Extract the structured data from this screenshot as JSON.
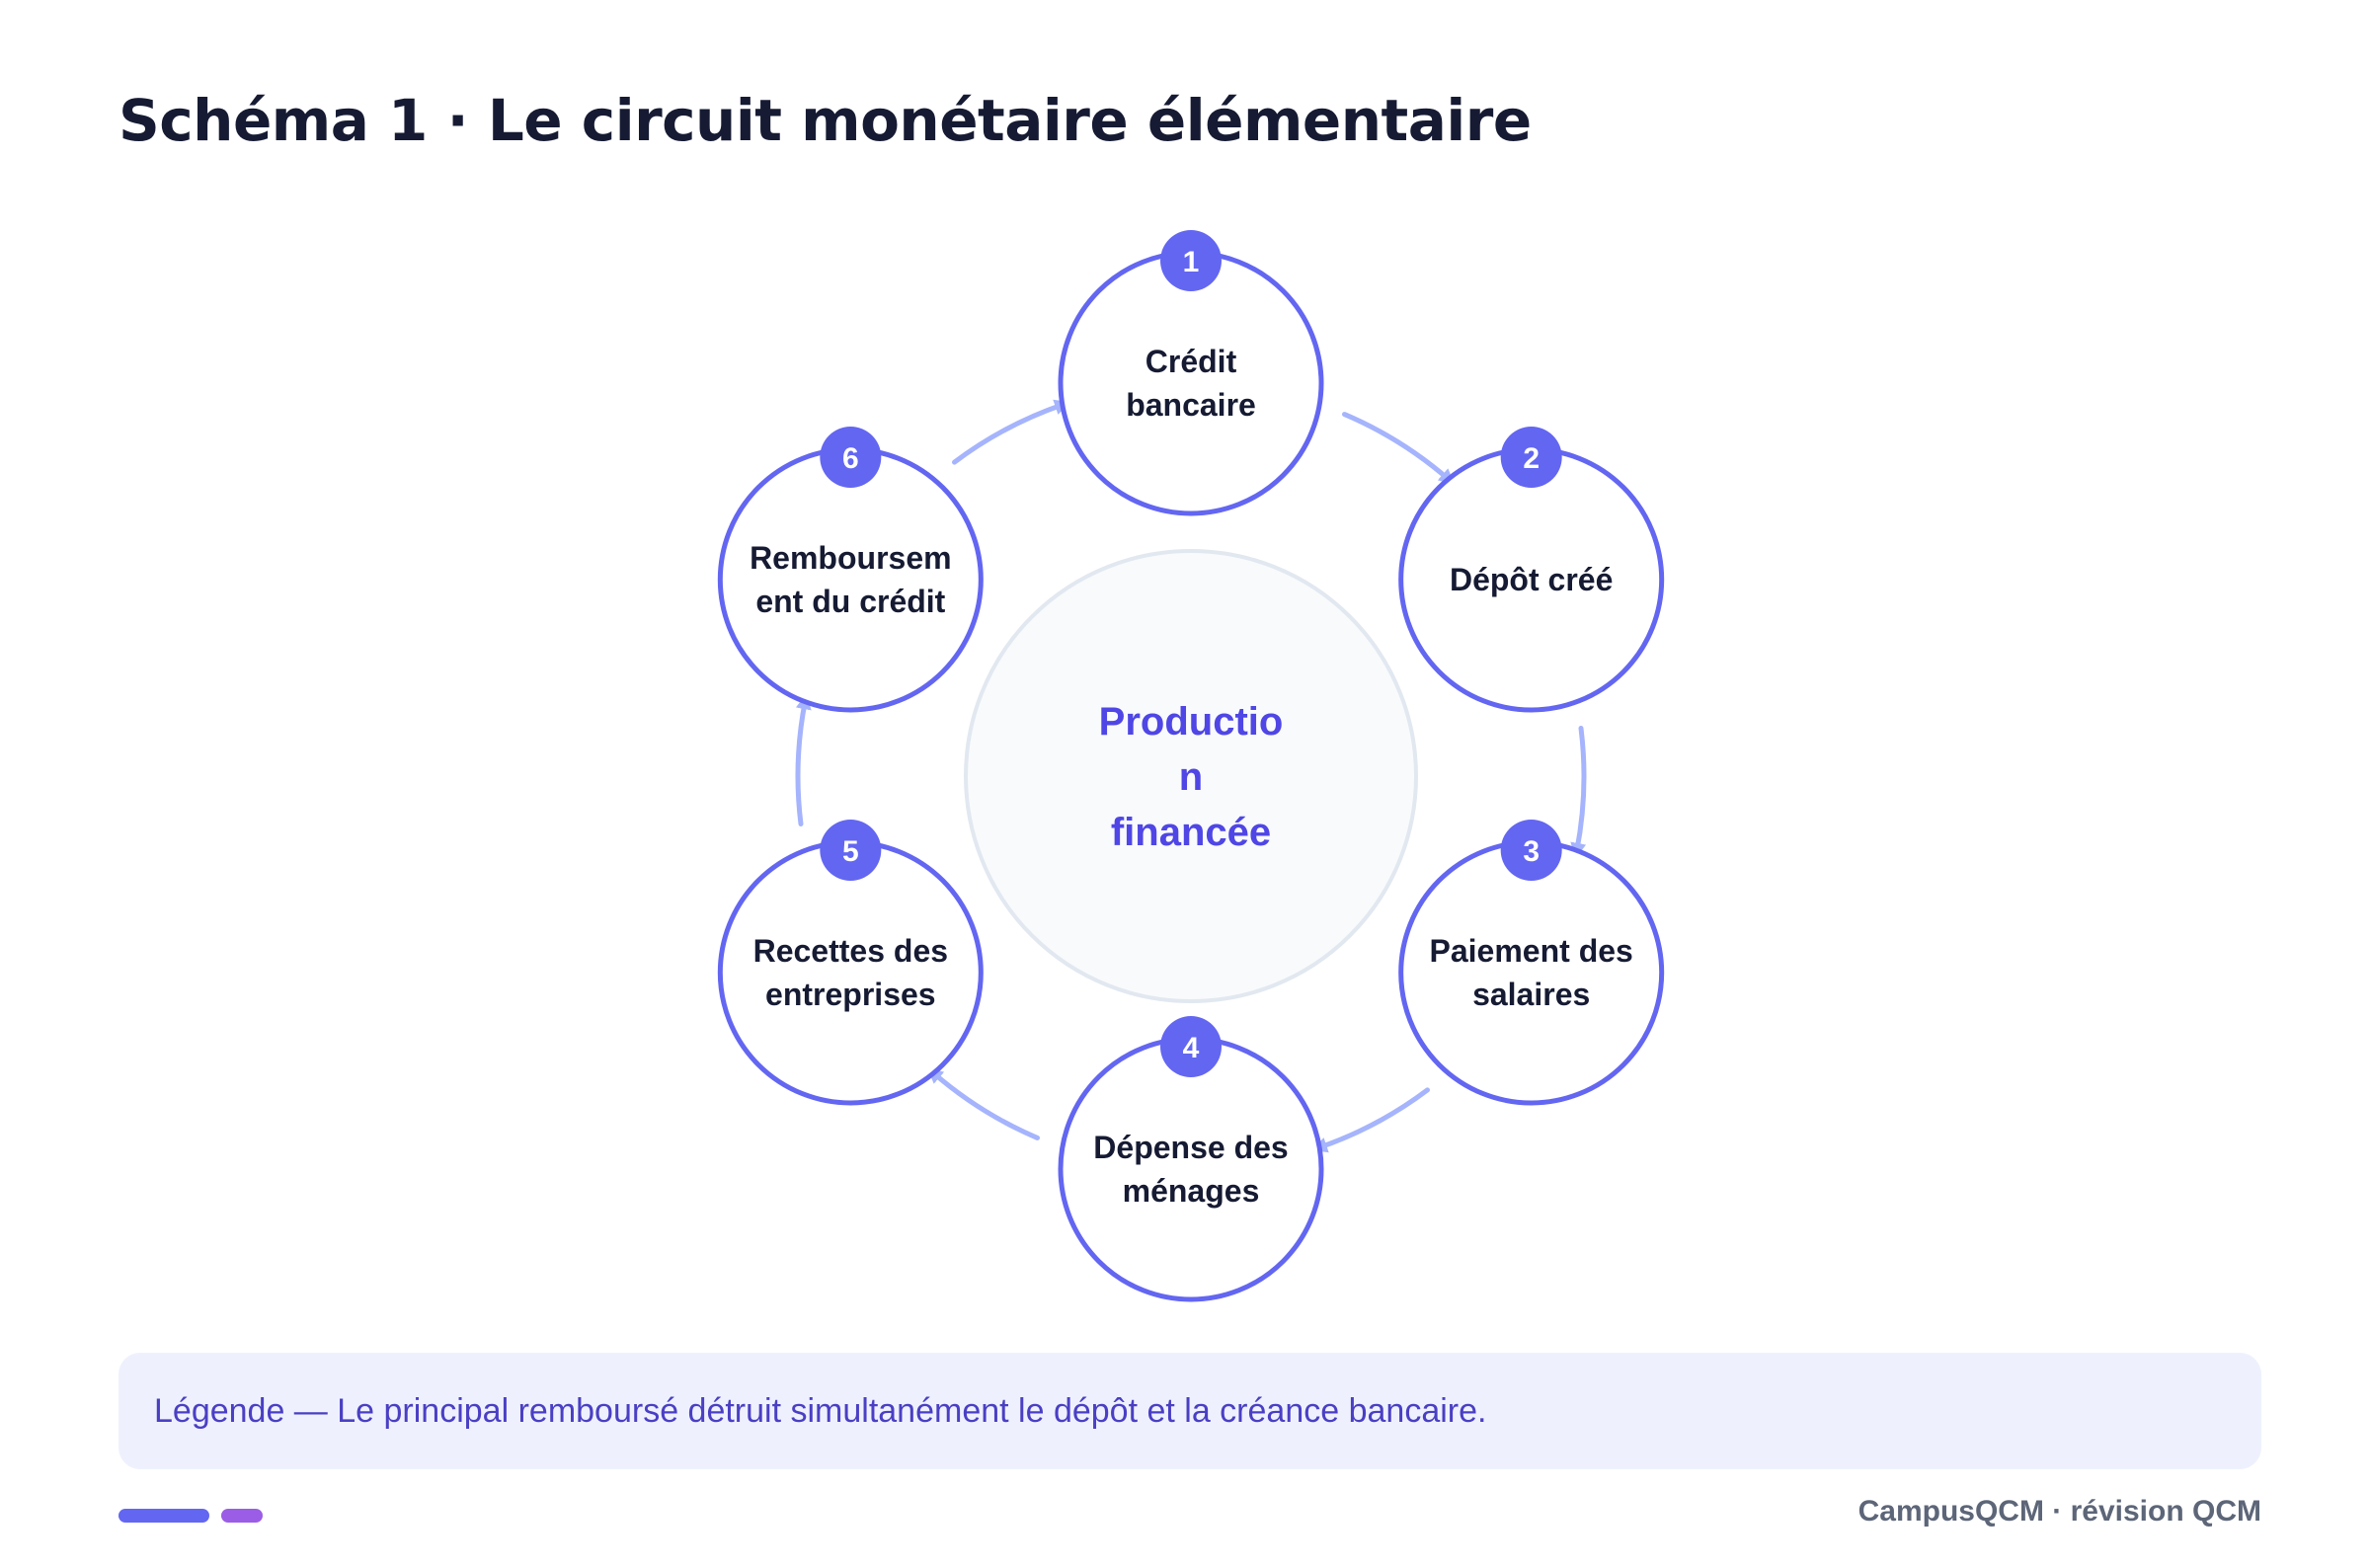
{
  "title": "Schéma 1 · Le circuit monétaire élémentaire",
  "center_label": [
    "Productio",
    "n",
    "financée"
  ],
  "steps": [
    {
      "number": "1",
      "label": [
        "Crédit",
        "bancaire"
      ]
    },
    {
      "number": "2",
      "label": [
        "Dépôt créé"
      ]
    },
    {
      "number": "3",
      "label": [
        "Paiement des",
        "salaires"
      ]
    },
    {
      "number": "4",
      "label": [
        "Dépense des",
        "ménages"
      ]
    },
    {
      "number": "5",
      "label": [
        "Recettes des",
        "entreprises"
      ]
    },
    {
      "number": "6",
      "label": [
        "Remboursem",
        "ent du crédit"
      ]
    }
  ],
  "legend": "Légende — Le principal remboursé détruit simultanément le dépôt et la créance bancaire.",
  "footer": {
    "brand": "CampusQCM · révision QCM"
  },
  "colors": {
    "accent": "#6366f1",
    "arrow": "#a5b4fc",
    "step_text": "#161b33",
    "center_text": "#4f46e5",
    "center_fill": "#f8fafc",
    "center_stroke": "#e2e8f0"
  }
}
